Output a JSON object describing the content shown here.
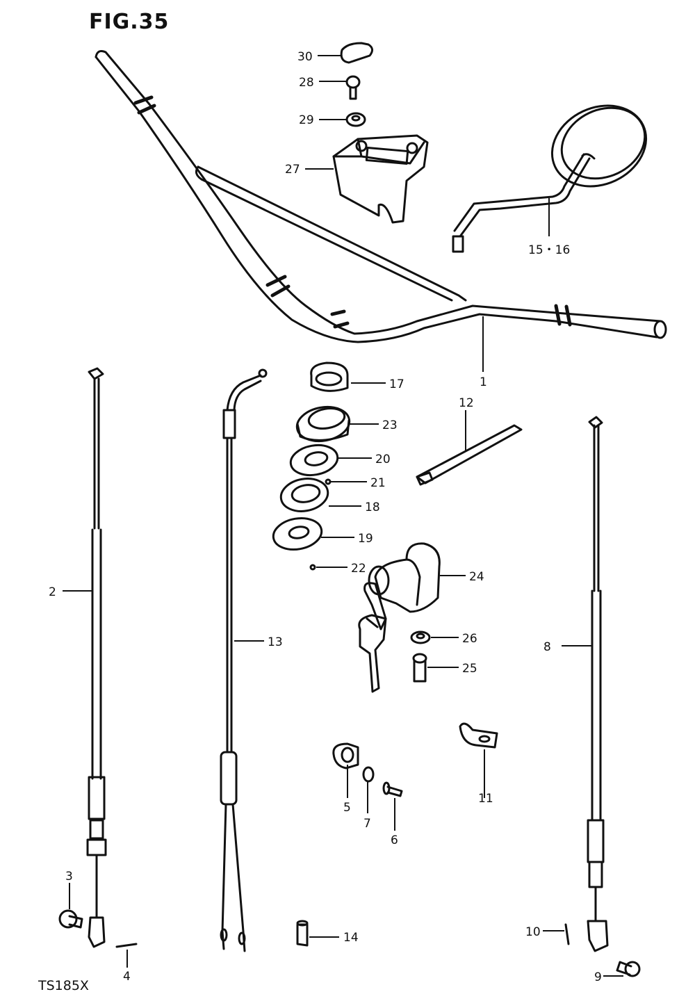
{
  "figure_title": "FIG.35",
  "model_code": "TS185X",
  "callouts": {
    "c1": "1",
    "c2": "2",
    "c3": "3",
    "c4": "4",
    "c5": "5",
    "c6": "6",
    "c7": "7",
    "c8": "8",
    "c9": "9",
    "c10": "10",
    "c11": "11",
    "c12": "12",
    "c13": "13",
    "c14": "14",
    "c15_16": "15・16",
    "c17": "17",
    "c18": "18",
    "c19": "19",
    "c20": "20",
    "c21": "21",
    "c22": "22",
    "c23": "23",
    "c24": "24",
    "c25": "25",
    "c26": "26",
    "c27": "27",
    "c28": "28",
    "c29": "29",
    "c30": "30"
  }
}
